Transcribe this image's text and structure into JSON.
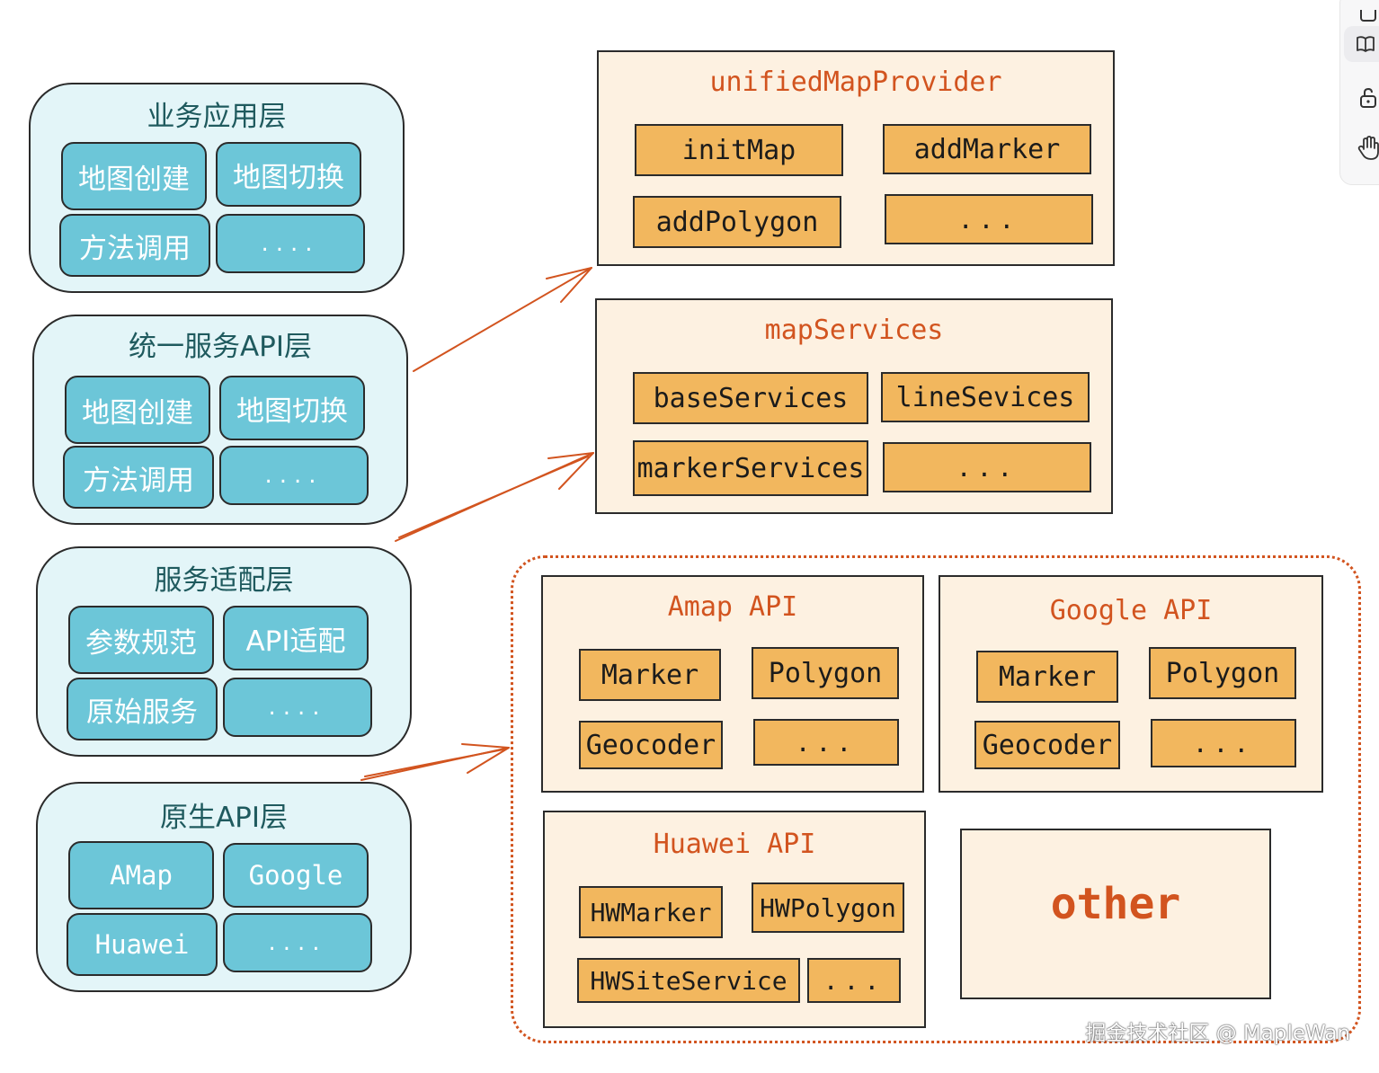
{
  "layers": {
    "business": {
      "title": "业务应用层",
      "items": [
        "地图创建",
        "地图切换",
        "方法调用",
        "...."
      ]
    },
    "unified_api": {
      "title": "统一服务API层",
      "items": [
        "地图创建",
        "地图切换",
        "方法调用",
        "...."
      ]
    },
    "adapter": {
      "title": "服务适配层",
      "items": [
        "参数规范",
        "API适配",
        "原始服务",
        "...."
      ]
    },
    "native_api": {
      "title": "原生API层",
      "items": [
        "AMap",
        "Google",
        "Huawei",
        "...."
      ]
    }
  },
  "unifiedMapProvider": {
    "title": "unifiedMapProvider",
    "items": [
      "initMap",
      "addMarker",
      "addPolygon",
      "..."
    ]
  },
  "mapServices": {
    "title": "mapServices",
    "items": [
      "baseServices",
      "lineSevices",
      "markerServices",
      "..."
    ]
  },
  "amap_api": {
    "title": "Amap API",
    "items": [
      "Marker",
      "Polygon",
      "Geocoder",
      "..."
    ]
  },
  "google_api": {
    "title": "Google API",
    "items": [
      "Marker",
      "Polygon",
      "Geocoder",
      "..."
    ]
  },
  "huawei_api": {
    "title": "Huawei API",
    "items": [
      "HWMarker",
      "HWPolygon",
      "HWSiteService",
      "..."
    ]
  },
  "other": {
    "label": "other"
  },
  "watermark": "掘金技术社区 @ MapleWan",
  "colors": {
    "layer_bg": "#e3f5f8",
    "pill": "#6cc6d8",
    "panel_bg": "#fdf1e1",
    "cell": "#f2b75e",
    "accent": "#d2541f"
  },
  "toolbar_icons": [
    "square-icon",
    "book-icon",
    "lock-icon",
    "hand-icon"
  ]
}
